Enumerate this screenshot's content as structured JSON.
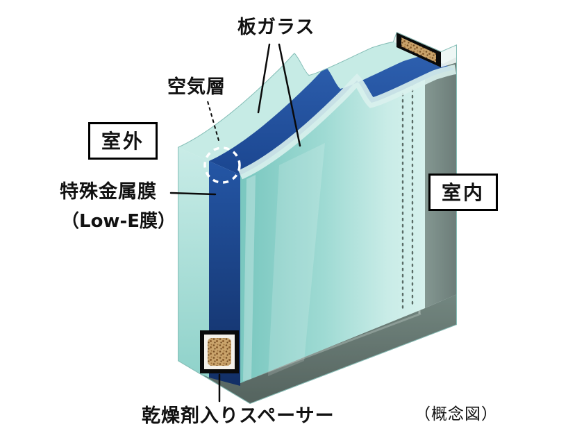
{
  "labels": {
    "plate_glass": "板ガラス",
    "air_layer": "空気層",
    "outdoor": "室外",
    "metal_film_line1": "特殊金属膜",
    "metal_film_line2": "（Low-E膜）",
    "indoor": "室内",
    "desiccant_spacer": "乾燥剤入りスペーサー",
    "note": "（概念図）"
  },
  "colors": {
    "glass_light": "#cdeeea",
    "glass_mid": "#8fd2ca",
    "low_e_blue": "#1d4f9e",
    "frame_gray": "#55645e",
    "desiccant_tan": "#c9a36b",
    "outline_black": "#000000",
    "background": "#ffffff"
  }
}
